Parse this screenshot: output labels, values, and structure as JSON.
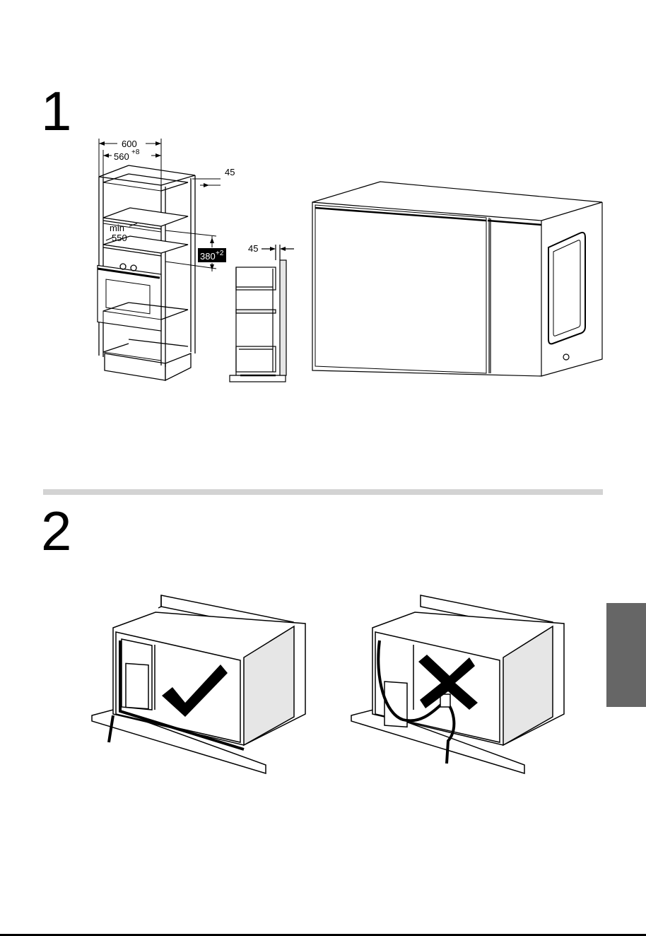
{
  "step1": {
    "number": "1",
    "dimensions": {
      "width_outer": "600",
      "width_inner": "560",
      "width_inner_tol": "+8",
      "depth_gap": "45",
      "min_label": "min",
      "min_depth": "550",
      "height_opening": "380",
      "height_opening_tol": "+2",
      "side_gap": "45"
    }
  },
  "step2": {
    "number": "2",
    "correct_symbol": "check-mark",
    "incorrect_symbol": "cross-mark"
  },
  "colors": {
    "divider": "#d3d3d3",
    "side_tab": "#666666",
    "panel_grey": "#e6e6e6",
    "line": "#000000"
  }
}
